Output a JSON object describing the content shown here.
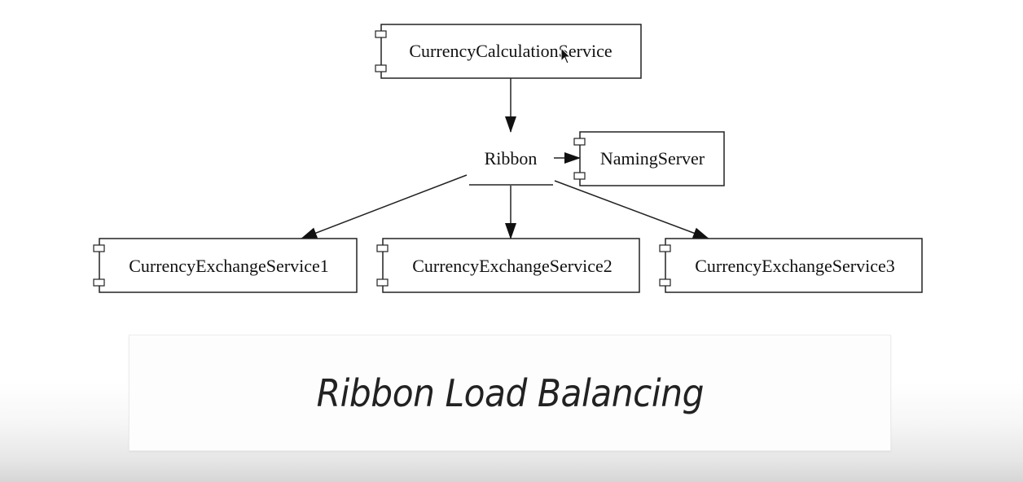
{
  "diagram": {
    "nodes": {
      "calc": {
        "label": "CurrencyCalculationService",
        "kind": "component"
      },
      "ribbon": {
        "label": "Ribbon",
        "kind": "label"
      },
      "naming": {
        "label": "NamingServer",
        "kind": "component"
      },
      "ex1": {
        "label": "CurrencyExchangeService1",
        "kind": "component"
      },
      "ex2": {
        "label": "CurrencyExchangeService2",
        "kind": "component"
      },
      "ex3": {
        "label": "CurrencyExchangeService3",
        "kind": "component"
      }
    },
    "edges": [
      {
        "from": "CurrencyCalculationService",
        "to": "Ribbon"
      },
      {
        "from": "Ribbon",
        "to": "NamingServer"
      },
      {
        "from": "Ribbon",
        "to": "CurrencyExchangeService1"
      },
      {
        "from": "Ribbon",
        "to": "CurrencyExchangeService2"
      },
      {
        "from": "Ribbon",
        "to": "CurrencyExchangeService3"
      }
    ],
    "colors": {
      "stroke": "#222222",
      "fill": "#ffffff",
      "text": "#111111"
    }
  },
  "caption": {
    "title": "Ribbon Load Balancing"
  },
  "cursor": {
    "icon": "mouse-pointer-icon"
  }
}
